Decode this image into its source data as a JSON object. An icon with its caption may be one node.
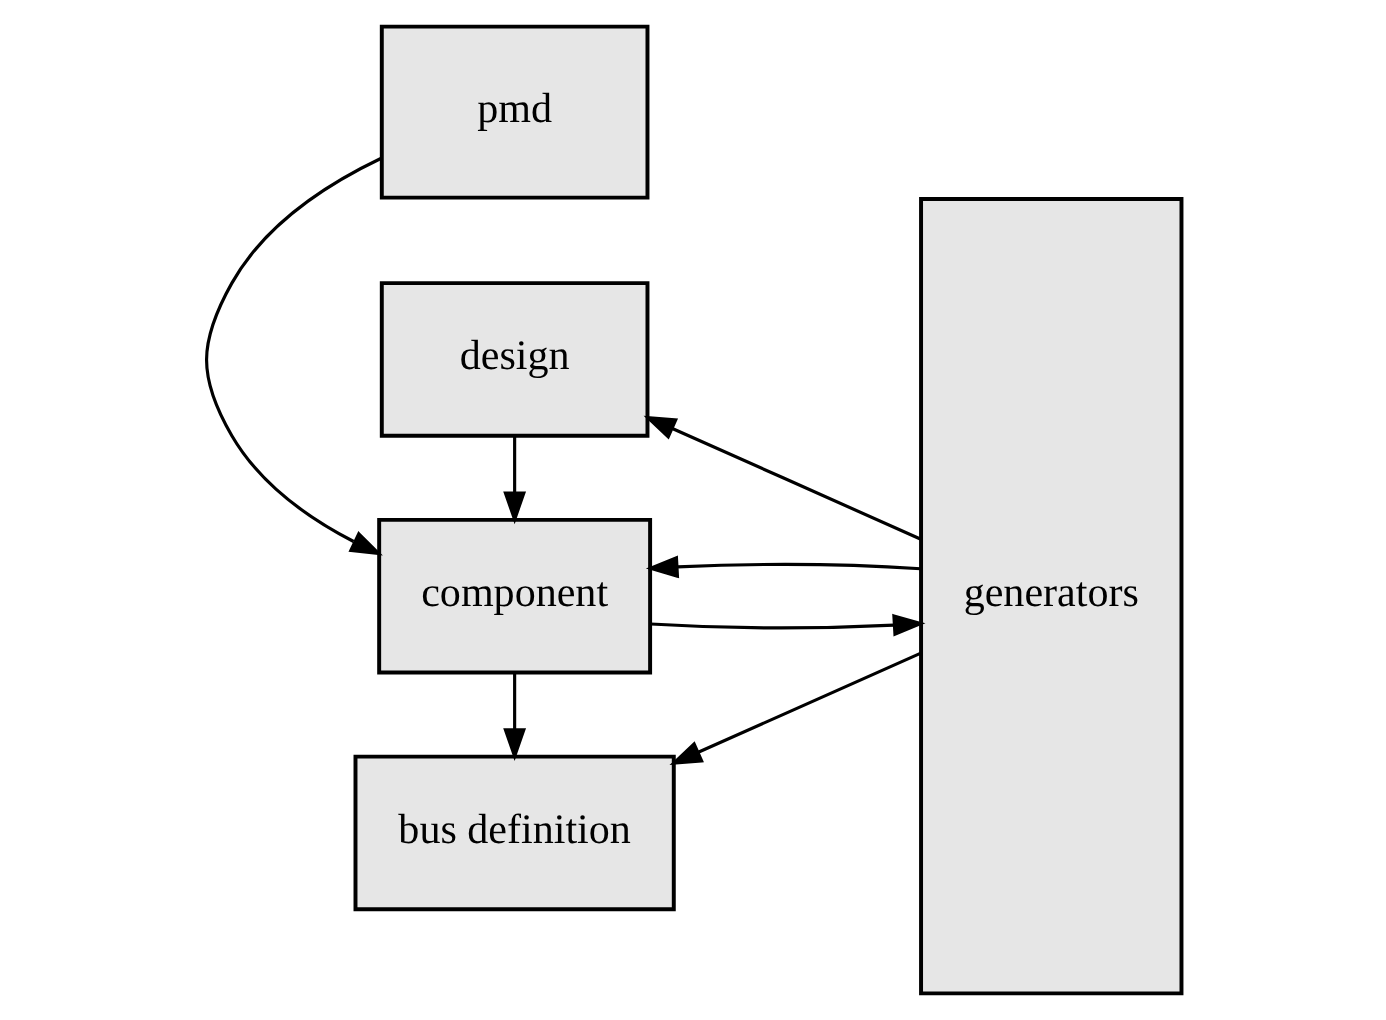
{
  "diagram": {
    "nodes": [
      {
        "text": [
          "pmd"
        ]
      },
      {
        "text": [
          "design"
        ]
      },
      {
        "text": [
          "component"
        ]
      },
      {
        "text": [
          "bus definition"
        ]
      },
      {
        "text": [
          "generators"
        ]
      }
    ],
    "edges": [
      {
        "from": 0,
        "to": 2,
        "arrow": "to"
      },
      {
        "from": 1,
        "to": 2,
        "arrow": "to"
      },
      {
        "from": 2,
        "to": 3,
        "arrow": "to"
      },
      {
        "from": 4,
        "to": 1,
        "arrow": "to"
      },
      {
        "from": 2,
        "to": 4,
        "arrow": "to"
      },
      {
        "from": 4,
        "to": 2,
        "arrow": "to"
      },
      {
        "from": 4,
        "to": 3,
        "arrow": "to"
      }
    ]
  }
}
